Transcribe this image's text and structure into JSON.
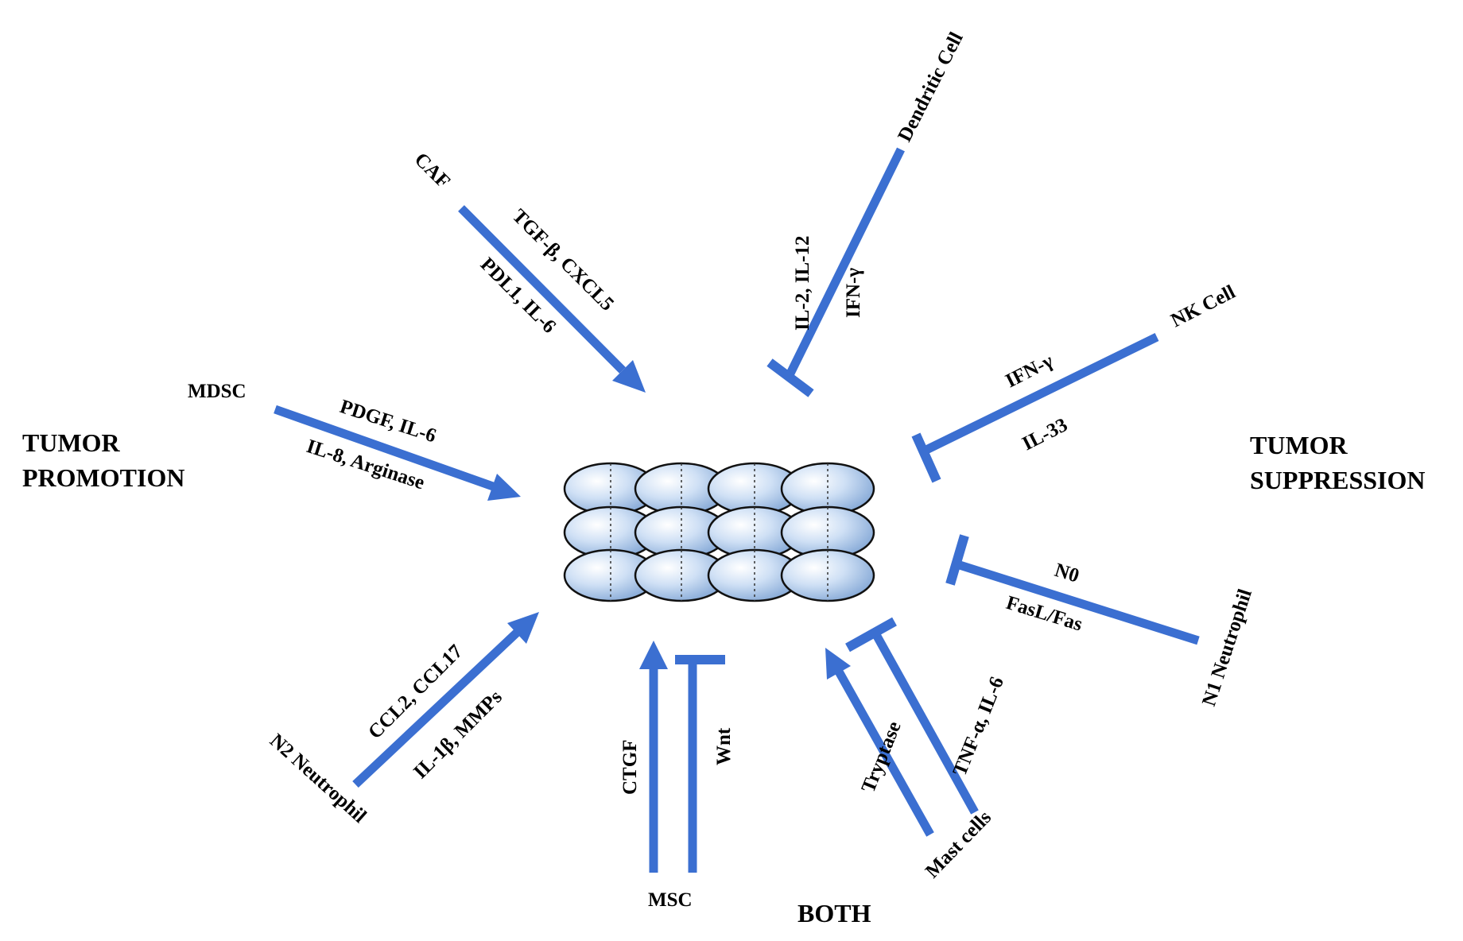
{
  "colors": {
    "arrow": "#3b6fd1",
    "outline": "#111111",
    "cell_fill_light": "#eaf3fd",
    "cell_fill_dark": "#7fa4d4",
    "text": "#000000"
  },
  "groups": {
    "promotion": [
      "TUMOR",
      "PROMOTION"
    ],
    "suppression": [
      "TUMOR",
      "SUPPRESSION"
    ],
    "both": "BOTH"
  },
  "sources": {
    "caf": "CAF",
    "mdsc": "MDSC",
    "n2_neutrophil": "N2 Neutrophil",
    "dendritic_cell": "Dendritic Cell",
    "nk_cell": "NK Cell",
    "n1_neutrophil": "N1 Neutrophil",
    "msc": "MSC",
    "mast_cells": "Mast cells"
  },
  "signals": {
    "caf": [
      "TGF-β, CXCL5",
      "PDL1, IL-6"
    ],
    "mdsc": [
      "PDGF, IL-6",
      "IL-8, Arginase"
    ],
    "n2_neutrophil": [
      "CCL2, CCL17",
      "IL-1β, MMPs"
    ],
    "dendritic_cell": [
      "IL-2, IL-12",
      "IFN-γ"
    ],
    "nk_cell": [
      "IFN-γ",
      "IL-33"
    ],
    "n1_neutrophil": [
      "N0",
      "FasL/Fas"
    ],
    "msc": [
      "CTGF",
      "Wnt"
    ],
    "mast_cells": [
      "Tryptase",
      "TNF-α, IL-6"
    ]
  },
  "interactions": [
    {
      "source": "CAF",
      "effect": "promotes"
    },
    {
      "source": "MDSC",
      "effect": "promotes"
    },
    {
      "source": "N2 Neutrophil",
      "effect": "promotes"
    },
    {
      "source": "Dendritic Cell",
      "effect": "inhibits"
    },
    {
      "source": "NK Cell",
      "effect": "inhibits"
    },
    {
      "source": "N1 Neutrophil",
      "effect": "inhibits"
    },
    {
      "source": "MSC",
      "effect": "promotes"
    },
    {
      "source": "MSC",
      "effect": "inhibits"
    },
    {
      "source": "Mast cells",
      "effect": "promotes"
    },
    {
      "source": "Mast cells",
      "effect": "inhibits"
    }
  ]
}
